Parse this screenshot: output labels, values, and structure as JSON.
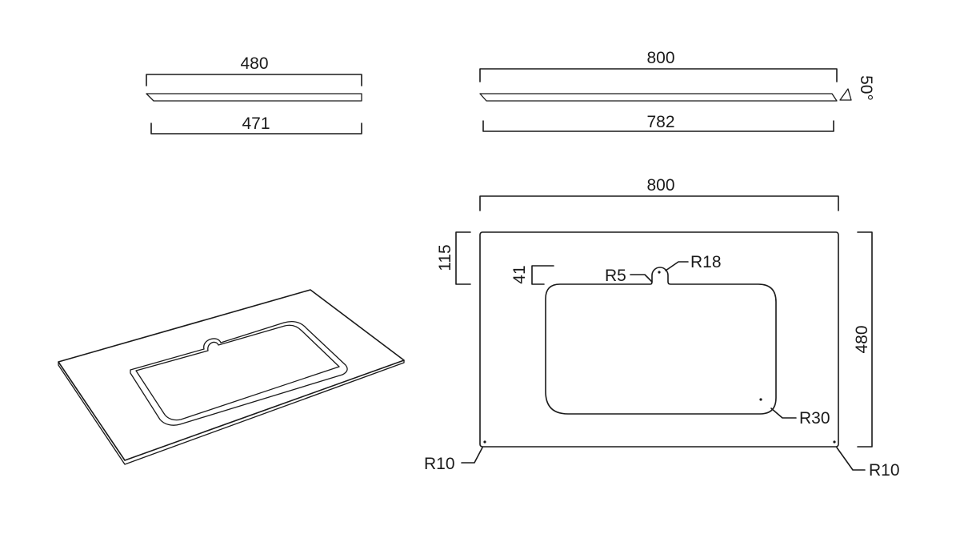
{
  "side_small": {
    "top_width": "480",
    "bottom_width": "471"
  },
  "side_large": {
    "top_width": "800",
    "bottom_width": "782",
    "angle": "50°"
  },
  "plan": {
    "width": "800",
    "depth": "480",
    "bowl_offset": "115",
    "drain_offset": "41",
    "notch_radius_small": "R5",
    "notch_radius_large": "R18",
    "bowl_corner_radius": "R30",
    "corner_radius_left": "R10",
    "corner_radius_right": "R10"
  }
}
